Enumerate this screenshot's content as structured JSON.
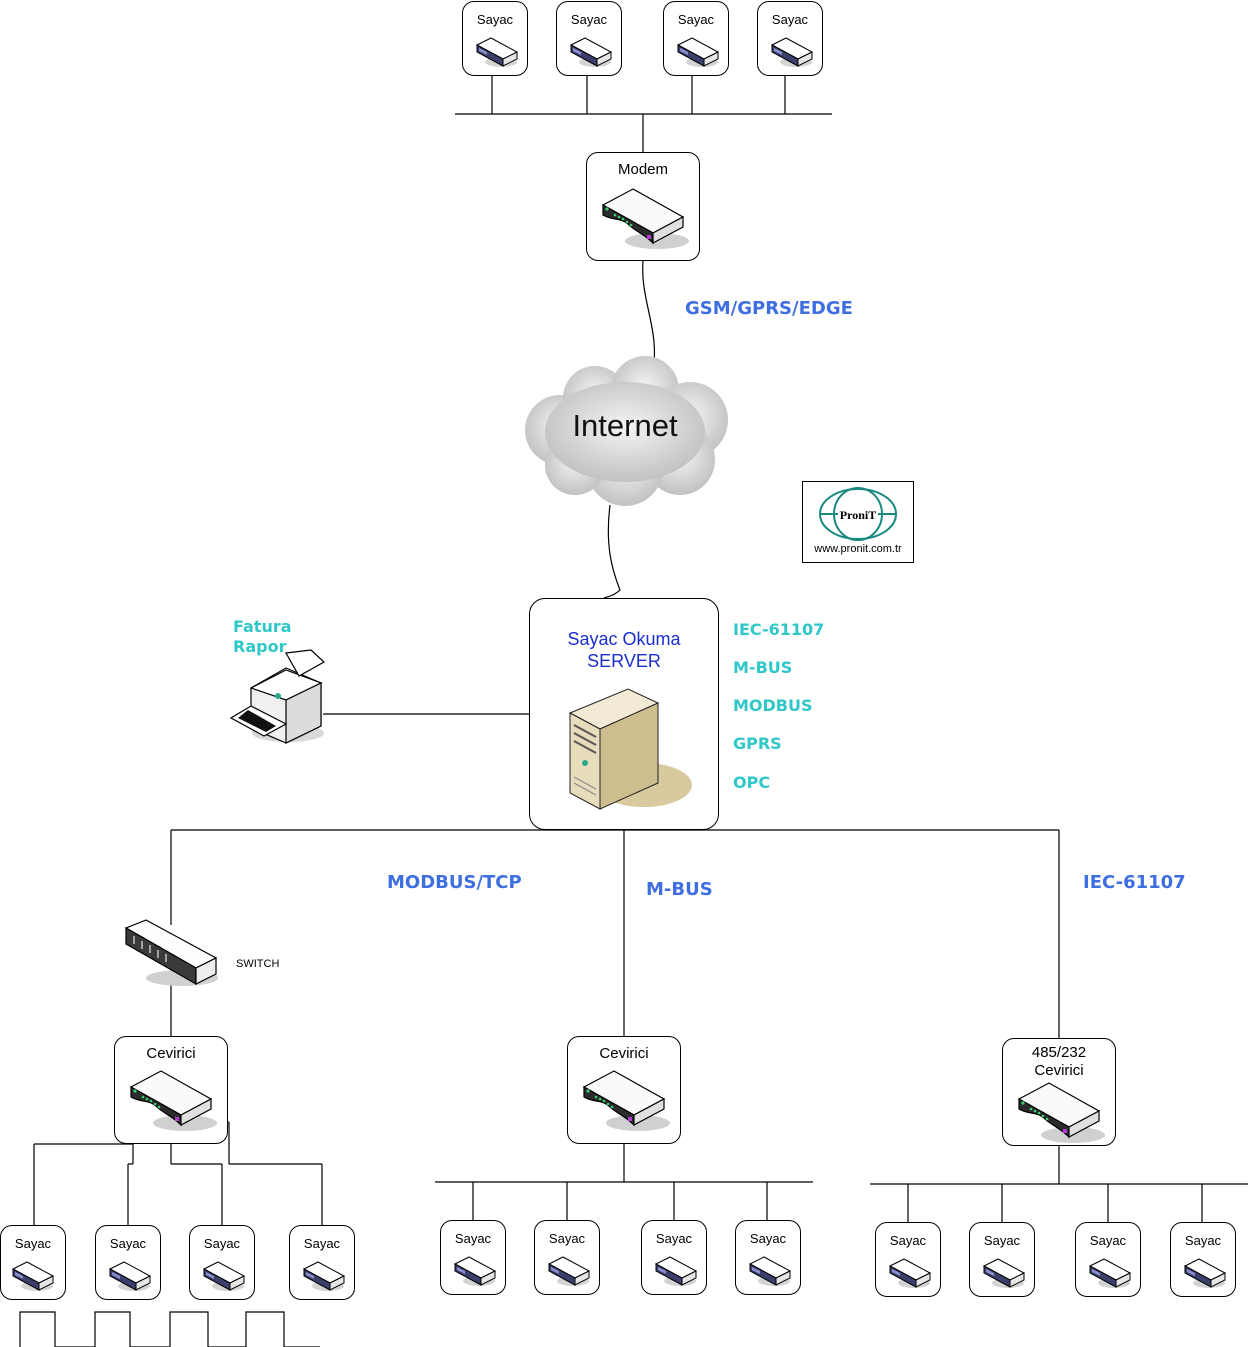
{
  "meter_label": "Sayac",
  "modem_label": "Modem",
  "converter_label": "Cevirici",
  "converter_485_label": "485/232\nCevirici",
  "internet_label": "Internet",
  "server": {
    "title": "Sayac Okuma\nSERVER"
  },
  "printer_label": "Fatura\nRapor",
  "switch_label": "SWITCH",
  "logo": {
    "name": "ProniT",
    "url": "www.pronit.com.tr"
  },
  "links": {
    "gsm": "GSM/GPRS/EDGE",
    "modbus_tcp": "MODBUS/TCP",
    "mbus": "M-BUS",
    "iec": "IEC-61107"
  },
  "server_protocols": [
    "IEC-61107",
    "M-BUS",
    "MODBUS",
    "GPRS",
    "OPC"
  ],
  "colors": {
    "link_label": "#3e6ee0",
    "protocol_label": "#2fc7c7",
    "server_title": "#1b2fcf"
  },
  "icons": {
    "meter": "meter-device-icon",
    "modem": "modem-icon",
    "server": "server-tower-icon",
    "printer": "printer-icon",
    "switch": "network-switch-icon",
    "cloud": "cloud-icon"
  }
}
